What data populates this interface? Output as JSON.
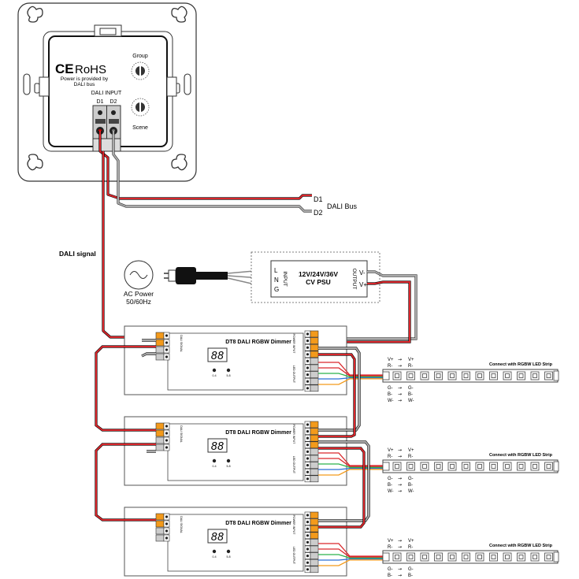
{
  "panel": {
    "ce_mark": "CE",
    "rohs": "RoHS",
    "power_note_1": "Power is provided by",
    "power_note_2": "DALI bus",
    "group_label": "Group",
    "scene_label": "Scene",
    "dali_input_label": "DALI INPUT",
    "d1_label": "D1",
    "d2_label": "D2"
  },
  "bus": {
    "d1": "D1",
    "d2": "D2",
    "label": "DALI Bus"
  },
  "dali_signal_label": "DALI signal",
  "ac_power": {
    "line1": "AC Power",
    "line2": "50/60Hz"
  },
  "psu": {
    "line1": "12V/24V/36V",
    "line2": "CV PSU",
    "input_label": "INPUT",
    "output_label": "OUTPUT",
    "l": "L",
    "n": "N",
    "g": "G",
    "v_minus": "V-",
    "v_plus": "V+"
  },
  "dimmer": {
    "title": "DT8 DALI RGBW Dimmer",
    "display": "88",
    "dali_signal_label": "DALI SIGNAL",
    "power_input_label": "POWER INPUT",
    "led_output_label": "LED OUTPUT",
    "btn1_label": "0-4",
    "btn2_label": "5-8"
  },
  "strip": {
    "connect_label": "Connect with RGBW LED Strip",
    "v_plus": "V+",
    "r_minus": "R-",
    "g_minus": "G-",
    "b_minus": "B-",
    "w_minus": "W-"
  }
}
